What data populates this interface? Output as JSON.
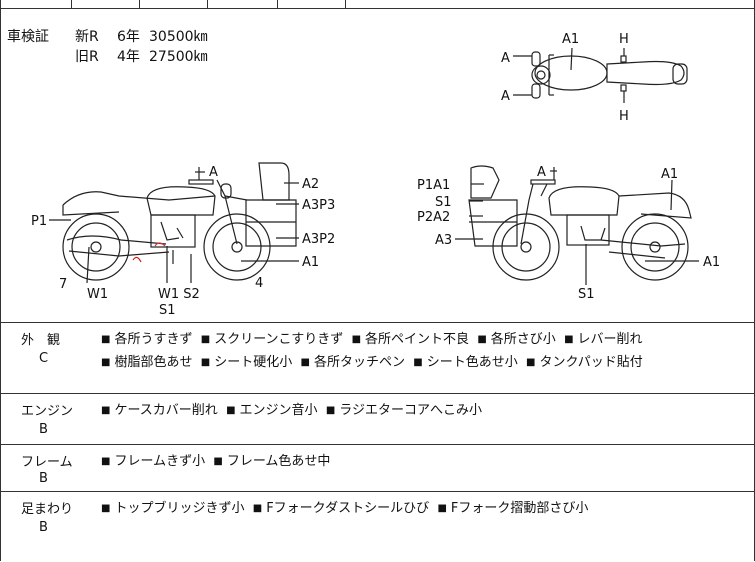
{
  "inspection": {
    "label": "車検証",
    "rows": [
      {
        "era": "新R",
        "years": "6年",
        "mileage": "30500㎞"
      },
      {
        "era": "旧R",
        "years": "4年",
        "mileage": "27500㎞"
      }
    ]
  },
  "diagram_labels": {
    "top": {
      "a_upper": "A",
      "a_lower": "A",
      "a1": "A1",
      "h_upper": "H",
      "h_lower": "H"
    },
    "left": {
      "a": "A",
      "a2": "A2",
      "a3p3": "A3P3",
      "a3p2": "A3P2",
      "a1": "A1",
      "p1": "P1",
      "seven": "7",
      "w1": "W1",
      "w1s2": "W1 S2",
      "s1": "S1",
      "four": "4"
    },
    "right": {
      "a": "A",
      "a1_top": "A1",
      "p1a1": "P1A1",
      "s1": "S1",
      "p2a2": "P2A2",
      "a3": "A3",
      "a1_right": "A1",
      "s1_bottom": "S1"
    }
  },
  "conditions": [
    {
      "category": "外　観",
      "grade": "C",
      "items": [
        "各所うすきず",
        "スクリーンこすりきず",
        "各所ペイント不良",
        "各所さび小",
        "レバー削れ",
        "樹脂部色あせ",
        "シート硬化小",
        "各所タッチペン",
        "シート色あせ小",
        "タンクパッド貼付"
      ]
    },
    {
      "category": "エンジン",
      "grade": "B",
      "items": [
        "ケースカバー削れ",
        "エンジン音小",
        "ラジエターコアへこみ小"
      ]
    },
    {
      "category": "フレーム",
      "grade": "B",
      "items": [
        "フレームきず小",
        "フレーム色あせ中"
      ]
    },
    {
      "category": "足まわり",
      "grade": "B",
      "items": [
        "トップブリッジきず小",
        "Fフォークダストシールひび",
        "Fフォーク摺動部さび小"
      ]
    }
  ]
}
